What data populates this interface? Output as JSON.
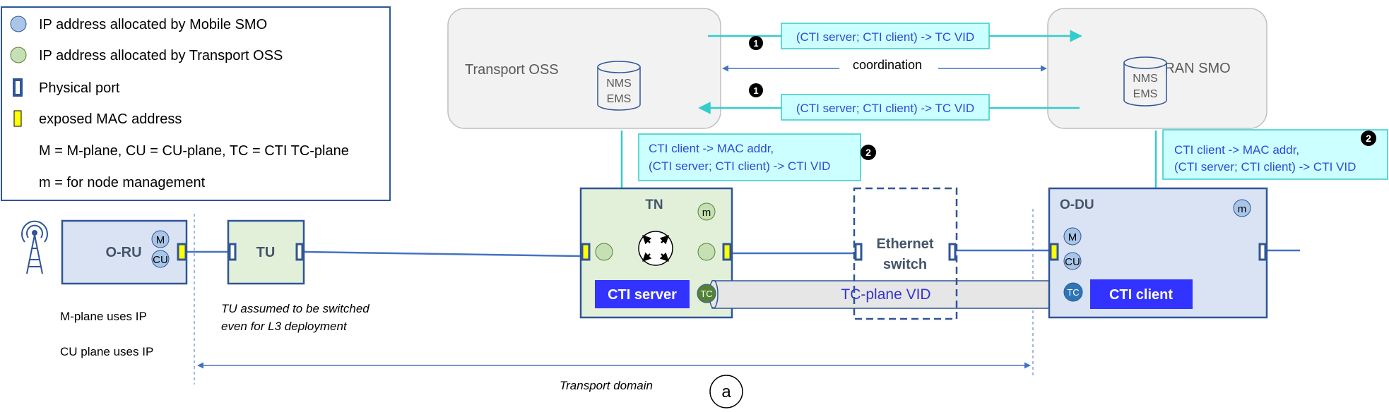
{
  "legend": {
    "items": [
      {
        "label": "IP address allocated by Mobile SMO",
        "icon": "blue-circle-icon",
        "color": "#a9c6e8"
      },
      {
        "label": "IP address allocated by Transport OSS",
        "icon": "green-circle-icon",
        "color": "#c6e0b4"
      },
      {
        "label": "Physical port",
        "icon": "port-icon",
        "color": "#2f5597"
      },
      {
        "label": "exposed MAC address",
        "icon": "mac-icon",
        "color": "#ffff00"
      }
    ],
    "abbrev": "M = M-plane, CU = CU-plane, TC = CTI TC-plane",
    "m_note": "m = for node management"
  },
  "systems": {
    "transport_oss": {
      "label": "Transport OSS",
      "db_line1": "NMS",
      "db_line2": "EMS"
    },
    "ran_smo": {
      "label": "RAN SMO",
      "db_line1": "NMS",
      "db_line2": "EMS"
    },
    "coordination": "coordination"
  },
  "messages": {
    "top": "(CTI server; CTI client) -> TC VID",
    "bottom": "(CTI server; CTI client) -> TC VID",
    "tn_config_line1": "CTI client -> MAC addr,",
    "tn_config_line2": "(CTI server; CTI client) -> CTI VID",
    "odu_config_line1": "CTI client -> MAC addr,",
    "odu_config_line2": "(CTI server; CTI client) -> CTI VID",
    "step1": "1",
    "step2": "2"
  },
  "nodes": {
    "oru": {
      "label": "O-RU",
      "m": "M",
      "cu": "CU"
    },
    "tu": {
      "label": "TU"
    },
    "tn": {
      "label": "TN",
      "m": "m",
      "tc": "TC",
      "cti_server": "CTI server"
    },
    "switch": {
      "line1": "Ethernet",
      "line2": "switch"
    },
    "odu": {
      "label": "O-DU",
      "m_small": "m",
      "m": "M",
      "cu": "CU",
      "tc": "TC",
      "cti_client": "CTI client"
    }
  },
  "tunnel": "TC-plane VID",
  "notes": {
    "mplane": "M-plane uses IP",
    "cuplane": "CU plane uses IP",
    "tu_line1": "TU assumed to be switched",
    "tu_line2": "even for L3 deployment",
    "domain": "Transport domain",
    "panel": "a"
  },
  "colors": {
    "cyan": "#33cccc",
    "blue_line": "#4472c4",
    "cti_box": "#3333ff",
    "tc_purple": "#3333cc"
  }
}
